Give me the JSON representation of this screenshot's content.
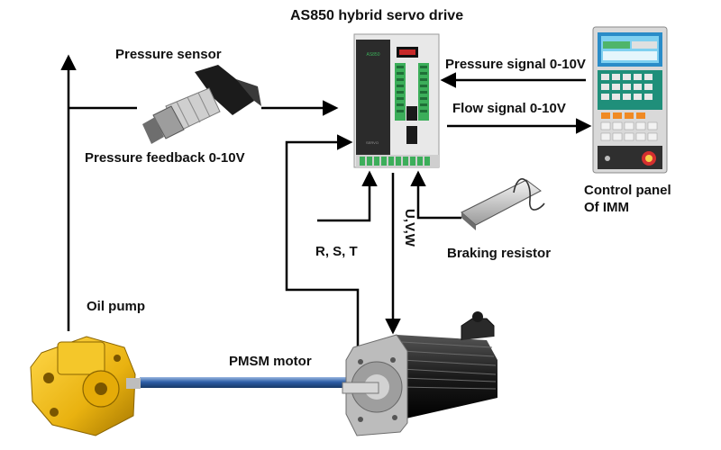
{
  "diagram": {
    "title": "AS850 hybrid servo drive",
    "pressure_sensor": "Pressure sensor",
    "pressure_feedback": "Pressure feedback 0-10V",
    "pressure_signal": "Pressure signal 0-10V",
    "flow_signal": "Flow signal 0-10V",
    "control_panel_line1": "Control panel",
    "control_panel_line2": "Of IMM",
    "rst": "R, S, T",
    "uvw": "U,V,W",
    "braking_resistor": "Braking resistor",
    "oil_pump": "Oil pump",
    "pmsm_motor": "PMSM motor"
  },
  "colors": {
    "line": "#000000",
    "shaft_blue": "#2e5fa8",
    "pump_yellow": "#e9b210",
    "drive_body": "#e8e8e8",
    "drive_dark": "#2b2b2b",
    "panel_green": "#1f8f7a",
    "terminal_green": "#3cae5a"
  }
}
